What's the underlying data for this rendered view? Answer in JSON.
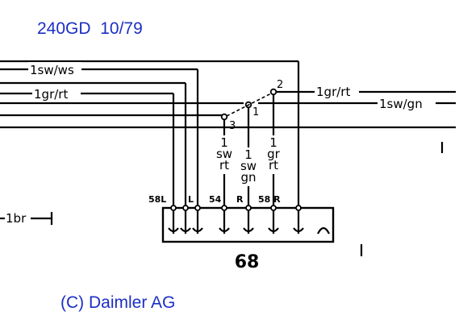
{
  "header": {
    "model": "240GD  10/79"
  },
  "footer": {
    "copyright": "(C) Daimler AG"
  },
  "wires": {
    "sw_ws": "1sw/ws",
    "gr_rt_left": "1gr/rt",
    "gr_rt_right": "1gr/rt",
    "sw_gn": "1sw/gn",
    "br": "1br"
  },
  "switch_terminals": {
    "t1": "1",
    "t2": "2",
    "t3": "3"
  },
  "vertical_labels": {
    "a": [
      "1",
      "sw",
      "rt"
    ],
    "b": [
      "1",
      "sw",
      "gn"
    ],
    "c": [
      "1",
      "gr",
      "rt"
    ]
  },
  "connector": {
    "id": "68",
    "pins": [
      "58L",
      "L",
      "54",
      "R",
      "58 R"
    ]
  },
  "colors": {
    "text_blue": "#1c2fc4",
    "line": "#000000"
  }
}
